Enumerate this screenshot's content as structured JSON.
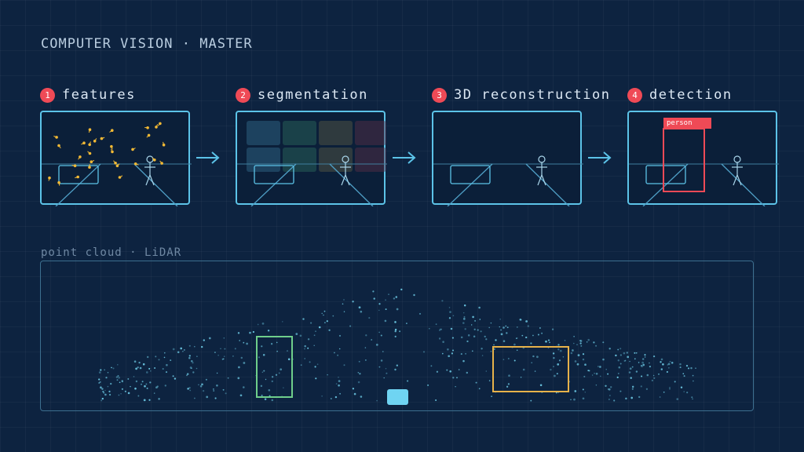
{
  "title": "COMPUTER VISION · MASTER",
  "stages": [
    {
      "num": "1",
      "label": "features"
    },
    {
      "num": "2",
      "label": "segmentation"
    },
    {
      "num": "3",
      "label": "3D reconstruction"
    },
    {
      "num": "4",
      "label": "detection"
    }
  ],
  "detection_tag": "person",
  "lidar": {
    "label": "point cloud · LiDAR"
  },
  "colors": {
    "accent": "#5cc3e8",
    "badge": "#ef4a56",
    "feature_point": "#f2b935",
    "lidar_point": "#6fcde8",
    "box_green": "#6fce8b",
    "box_yellow": "#e7b24a",
    "person_box": "#ef4a56"
  },
  "icons": [
    "arrow-right-icon",
    "person-icon",
    "car-icon"
  ]
}
